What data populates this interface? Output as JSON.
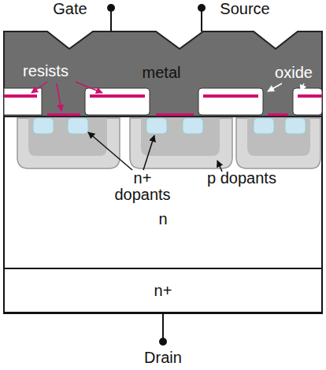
{
  "diagram": {
    "nodes": [
      {
        "text": [
          "n"
        ]
      },
      {
        "text": [
          "n+"
        ]
      }
    ],
    "labels": [
      "Gate",
      "Source",
      "resists",
      "metal",
      "oxide",
      "n+ dopants",
      "p dopants",
      "Drain"
    ]
  }
}
